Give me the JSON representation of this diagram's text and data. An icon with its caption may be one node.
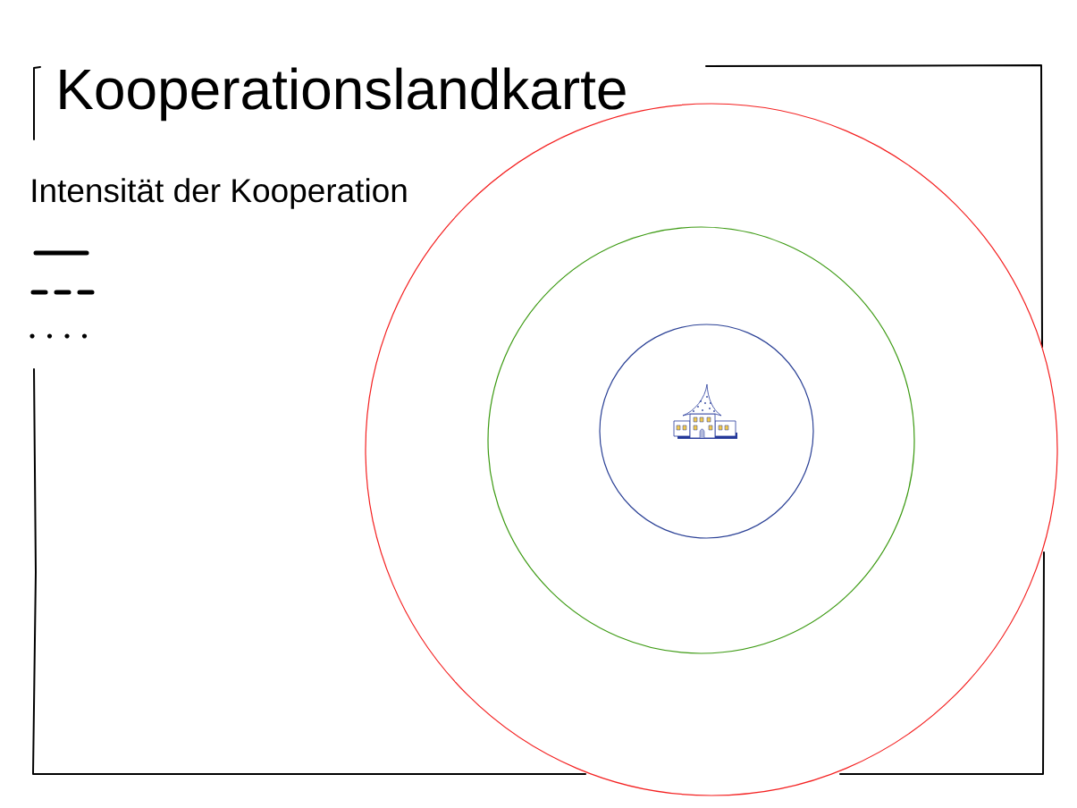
{
  "diagram": {
    "title": "Kooperationslandkarte",
    "nodes": [
      {
        "text": [],
        "shape": "circle"
      },
      {
        "text": [],
        "shape": "circle",
        "in": 0
      },
      {
        "text": [],
        "shape": "circle",
        "in": 1
      },
      {
        "text": [],
        "shape": "picture",
        "in": 2
      }
    ],
    "labels": [
      "Intensität der Kooperation"
    ]
  }
}
